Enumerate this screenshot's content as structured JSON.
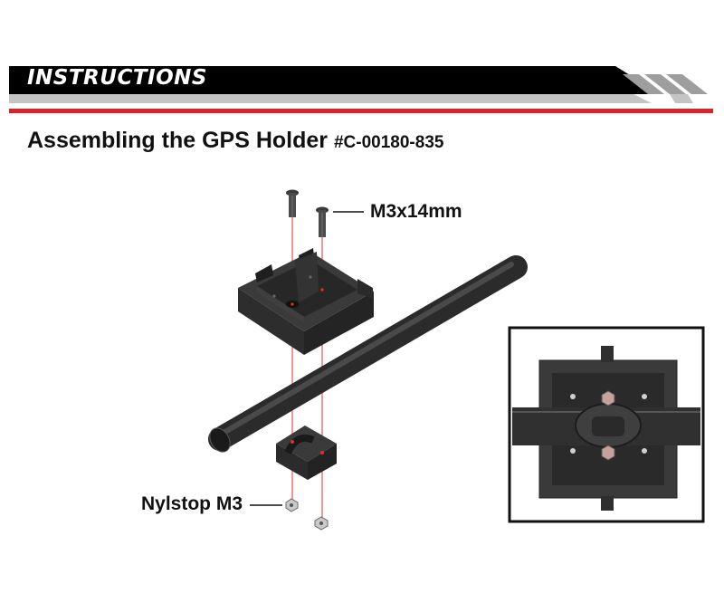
{
  "header": {
    "banner_label": "INSTRUCTIONS",
    "title": "Assembling the GPS Holder",
    "part_number": "#C-00180-835"
  },
  "callouts": {
    "screw": "M3x14mm",
    "nut": "Nylstop M3"
  },
  "colors": {
    "banner_black": "#000000",
    "accent_red": "#d8232a",
    "part_gray": "#333333",
    "guide_line_red": "#e0302c"
  },
  "icons": [
    "screw-icon",
    "nylstop-nut-icon",
    "gps-holder-top-icon",
    "clamp-bottom-icon",
    "carbon-tube-icon"
  ]
}
